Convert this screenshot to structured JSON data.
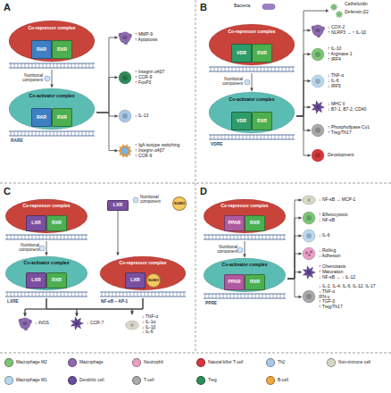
{
  "diagram": {
    "nodes": [
      {
        "text": [
          "Co-repressor complex"
        ]
      },
      {
        "text": [
          "RAR"
        ],
        "in": 0
      },
      {
        "text": [
          "RXR"
        ],
        "in": 0
      },
      {
        "text": [
          "Co-activator complex"
        ]
      },
      {
        "text": [
          "RAR"
        ],
        "in": 3
      },
      {
        "text": [
          "RXR"
        ],
        "in": 3
      },
      {
        "text": [
          "↑ MMP-9",
          "↑ Apoptosis"
        ]
      },
      {
        "text": [
          "↑ Integrin α4β7",
          "↑ CCR-9",
          "↑ FoxP3"
        ]
      },
      {
        "text": [
          "↓ IL-13"
        ]
      },
      {
        "text": [
          "↑ IgA isotype switching",
          "↑ Integrin α4β7",
          "↑ CCR-9"
        ]
      },
      {
        "text": [
          "Co-repressor complex"
        ]
      },
      {
        "text": [
          "VDR"
        ],
        "in": 10
      },
      {
        "text": [
          "RXR"
        ],
        "in": 10
      },
      {
        "text": [
          "Co-activator complex"
        ]
      },
      {
        "text": [
          "VDR"
        ],
        "in": 13
      },
      {
        "text": [
          "RXR"
        ],
        "in": 13
      },
      {
        "text": [
          "↓ COX-2",
          "↑ NLRP3 → ↑ IL-1β"
        ]
      },
      {
        "text": [
          "↑ IL-10",
          "↑ Arginase 1",
          "↑ IRF4"
        ]
      },
      {
        "text": [
          "↓ TNF-α",
          "↓ IL-6",
          "↓ IRF5"
        ]
      },
      {
        "text": [
          "↓ MHC II",
          "↓ B7-1, B7-2, CD40"
        ]
      },
      {
        "text": [
          "↑ Phospholipase Cγ1",
          "↑ Treg/Th17"
        ]
      },
      {
        "text": [
          "Development"
        ]
      },
      {
        "text": [
          "Co-repressor complex"
        ]
      },
      {
        "text": [
          "LXR"
        ],
        "in": 22
      },
      {
        "text": [
          "RXR"
        ],
        "in": 22
      },
      {
        "text": [
          "Co-activator complex"
        ]
      },
      {
        "text": [
          "LXR"
        ],
        "in": 25
      },
      {
        "text": [
          "RXR"
        ],
        "in": 25
      },
      {
        "text": [
          "LXR"
        ]
      },
      {
        "text": [
          "SUMO"
        ]
      },
      {
        "text": [
          "Co-repressor complex"
        ]
      },
      {
        "text": [
          "LXR"
        ],
        "in": 30
      },
      {
        "text": [
          "SUMO"
        ],
        "in": 30
      },
      {
        "text": [
          "↓ iNOS"
        ]
      },
      {
        "text": [
          "↓ CCR-7"
        ]
      },
      {
        "text": [
          "↓ TNF-α",
          "↓ IL-1α",
          "↓ IL-1β",
          "↓ IL-6"
        ]
      },
      {
        "text": [
          "Co-repressor complex"
        ]
      },
      {
        "text": [
          "PPAR"
        ],
        "in": 36
      },
      {
        "text": [
          "RXR"
        ],
        "in": 36
      },
      {
        "text": [
          "Co-activator complex"
        ]
      },
      {
        "text": [
          "PPAR"
        ],
        "in": 39
      },
      {
        "text": [
          "RXR"
        ],
        "in": 39
      },
      {
        "text": [
          "↓ NF-κB → MCP-1"
        ]
      },
      {
        "text": [
          "↑ Efferocytosis",
          "↓ NF-κB"
        ]
      },
      {
        "text": [
          "↓ IL-6"
        ]
      },
      {
        "text": [
          "↓ Rolling",
          "↓ Adhesion"
        ]
      },
      {
        "text": [
          "↑ Chemotaxis",
          "↑ Maturation",
          "↓ NF-κB → ↓ IL-12"
        ]
      },
      {
        "text": [
          "↓ IL-2, IL-4, IL-6, IL-12, IL-17",
          "↓ TNF-α",
          "IFN-γ",
          "↑ TGF-β",
          "↑ Treg/Th17"
        ]
      }
    ],
    "edges": [
      {
        "from": 0,
        "to": 3,
        "arrow": "to"
      },
      {
        "from": 3,
        "to": 6,
        "arrow": "to"
      },
      {
        "from": 3,
        "to": 7,
        "arrow": "to"
      },
      {
        "from": 3,
        "to": 8,
        "arrow": "to"
      },
      {
        "from": 3,
        "to": 9,
        "arrow": "to"
      },
      {
        "from": 10,
        "to": 13,
        "arrow": "to"
      },
      {
        "from": 13,
        "to": 16,
        "arrow": "to"
      },
      {
        "from": 13,
        "to": 17,
        "arrow": "to"
      },
      {
        "from": 13,
        "to": 18,
        "arrow": "to"
      },
      {
        "from": 13,
        "to": 19,
        "arrow": "to"
      },
      {
        "from": 13,
        "to": 20,
        "arrow": "to"
      },
      {
        "from": 13,
        "to": 21,
        "arrow": "to"
      },
      {
        "from": 22,
        "to": 25,
        "arrow": "to"
      },
      {
        "from": 28,
        "to": 30,
        "arrow": "to"
      },
      {
        "from": 25,
        "to": 33,
        "arrow": "to"
      },
      {
        "from": 25,
        "to": 34,
        "arrow": "to"
      },
      {
        "from": 25,
        "to": 35,
        "arrow": "to"
      },
      {
        "from": 30,
        "to": 33,
        "arrow": "to"
      },
      {
        "from": 30,
        "to": 34,
        "arrow": "to"
      },
      {
        "from": 30,
        "to": 35,
        "arrow": "to"
      },
      {
        "from": 36,
        "to": 39,
        "arrow": "to"
      },
      {
        "from": 39,
        "to": 42,
        "arrow": "to"
      },
      {
        "from": 39,
        "to": 43,
        "arrow": "to"
      },
      {
        "from": 39,
        "to": 44,
        "arrow": "to"
      },
      {
        "from": 39,
        "to": 45,
        "arrow": "to"
      },
      {
        "from": 39,
        "to": 46,
        "arrow": "to"
      },
      {
        "from": 39,
        "to": 47,
        "arrow": "to"
      }
    ],
    "labels": [
      "A",
      "Nutritional component",
      "RARE",
      "B",
      "Bacteria",
      "Cathelicidin",
      "Defensin β2",
      "Nutritional component",
      "VDRE",
      "C",
      "Nutritional component",
      "LXRE",
      "Nutritional component",
      "NF-κB – AP-1",
      "D",
      "Nutritional component",
      "PPRE"
    ],
    "legend": [
      {
        "text": "Macrophage M2",
        "color": "#7cc576"
      },
      {
        "text": "Macrophage",
        "color": "#8e6bb0"
      },
      {
        "text": "Neutrophil",
        "color": "#e7a1c4"
      },
      {
        "text": "Natural killer T-cell",
        "color": "#d9363e"
      },
      {
        "text": "Th2",
        "color": "#a8c8e8"
      },
      {
        "text": "Non-immune cell",
        "color": "#d8d8c8"
      },
      {
        "text": "Macrophage M1",
        "color": "#b9d8ee"
      },
      {
        "text": "Dendritic cell",
        "color": "#6a4c9c"
      },
      {
        "text": "T-cell",
        "color": "#a9a9a9"
      },
      {
        "text": "Treg",
        "color": "#2e8b57"
      },
      {
        "text": "B-cell",
        "color": "#f2a541"
      }
    ]
  }
}
